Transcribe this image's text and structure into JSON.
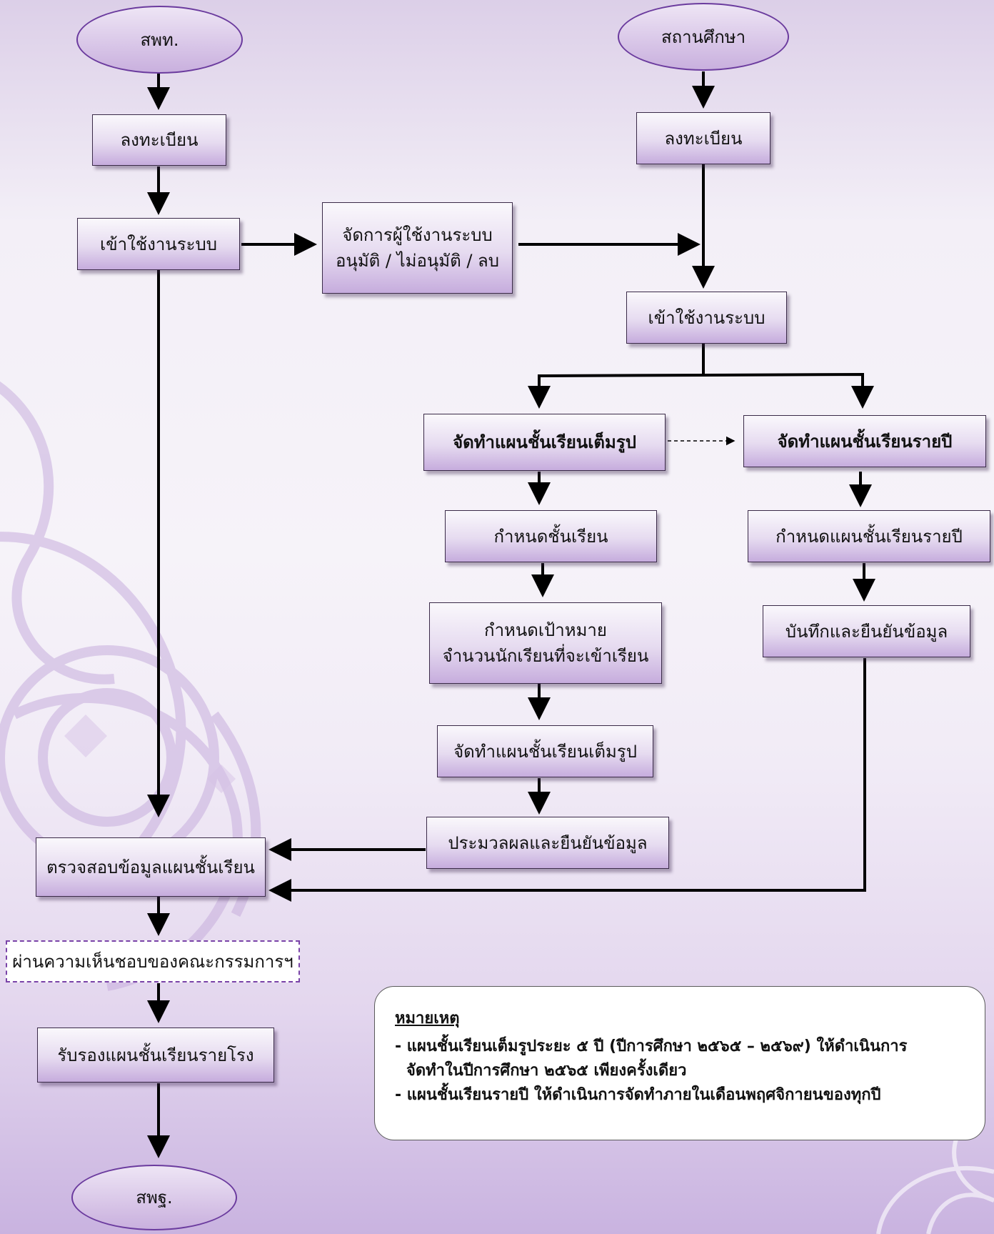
{
  "colors": {
    "oval_border": "#6b3b9e",
    "box_border": "#3a2a48",
    "arrow": "#000000",
    "dashed_border": "#7a44a8",
    "background_top": "#dccfe8",
    "background_bottom": "#c9b3e0"
  },
  "decoration": {
    "watermark": "ornament-watermark"
  },
  "nodes": {
    "start_obec": "สพท.",
    "start_school": "สถานศึกษา",
    "obec_register": "ลงทะเบียน",
    "school_register": "ลงทะเบียน",
    "obec_login": "เข้าใช้งานระบบ",
    "manage_users": "จัดการผู้ใช้งานระบบ\nอนุมัติ / ไม่อนุมัติ / ลบ",
    "school_login": "เข้าใช้งานระบบ",
    "full_plan_header": "จัดทำแผนชั้นเรียนเต็มรูป",
    "annual_plan_header": "จัดทำแผนชั้นเรียนรายปี",
    "define_classes": "กำหนดชั้นเรียน",
    "define_annual_plan": "กำหนดแผนชั้นเรียนรายปี",
    "define_target": "กำหนดเป้าหมาย\nจำนวนนักเรียนที่จะเข้าเรียน",
    "save_confirm": "บันทึกและยืนยันข้อมูล",
    "make_full_plan": "จัดทำแผนชั้นเรียนเต็มรูป",
    "process_confirm": "ประมวลผลและยืนยันข้อมูล",
    "check_plan": "ตรวจสอบข้อมูลแผนชั้นเรียน",
    "committee": "ผ่านความเห็นชอบของคณะกรรมการฯ",
    "certify": "รับรองแผนชั้นเรียนรายโรง",
    "end": "สพฐ."
  },
  "note": {
    "title": "หมายเหตุ",
    "items": [
      "- แผนชั้นเรียนเต็มรูประยะ ๕ ปี (ปีการศึกษา ๒๕๖๕ – ๒๕๖๙) ให้ดำเนินการ\nจัดทำในปีการศึกษา ๒๕๖๕ เพียงครั้งเดียว",
      "- แผนชั้นเรียนรายปี ให้ดำเนินการจัดทำภายในเดือนพฤศจิกายนของทุกปี"
    ]
  }
}
